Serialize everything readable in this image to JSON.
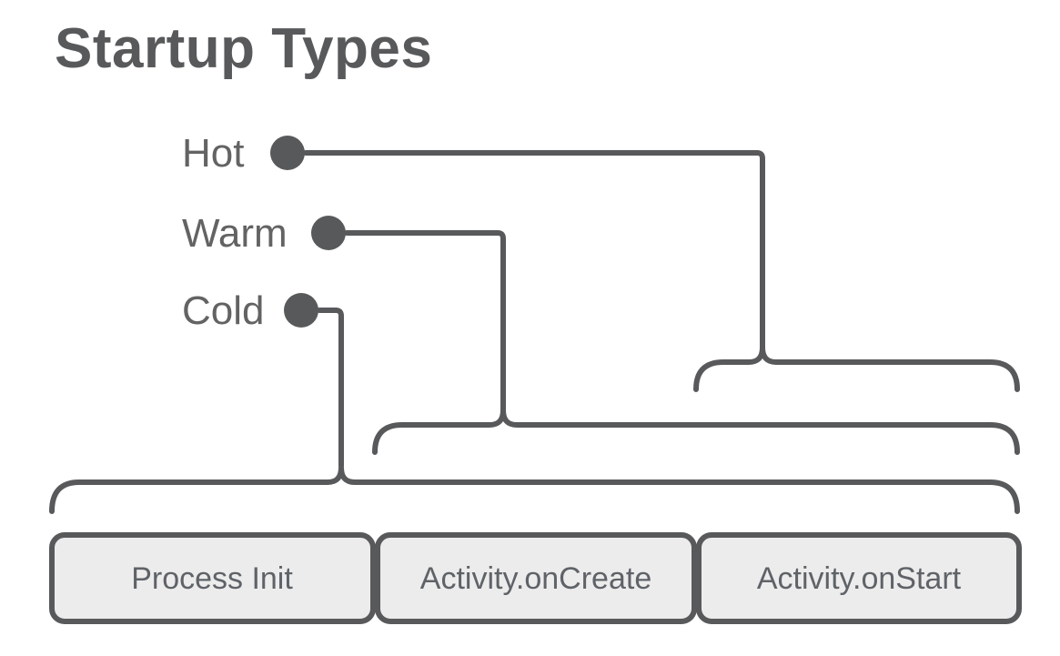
{
  "diagram": {
    "title": "Startup Types",
    "startup_types": [
      {
        "label": "Hot",
        "covers": [
          "Activity.onStart"
        ]
      },
      {
        "label": "Warm",
        "covers": [
          "Activity.onCreate",
          "Activity.onStart"
        ]
      },
      {
        "label": "Cold",
        "covers": [
          "Process Init",
          "Activity.onCreate",
          "Activity.onStart"
        ]
      }
    ],
    "phases": [
      {
        "label": "Process Init"
      },
      {
        "label": "Activity.onCreate"
      },
      {
        "label": "Activity.onStart"
      }
    ],
    "colors": {
      "stroke": "#58595b",
      "box_fill": "#ececec",
      "type_label_text": "#636363",
      "phase_label_text": "#5f6368"
    }
  }
}
